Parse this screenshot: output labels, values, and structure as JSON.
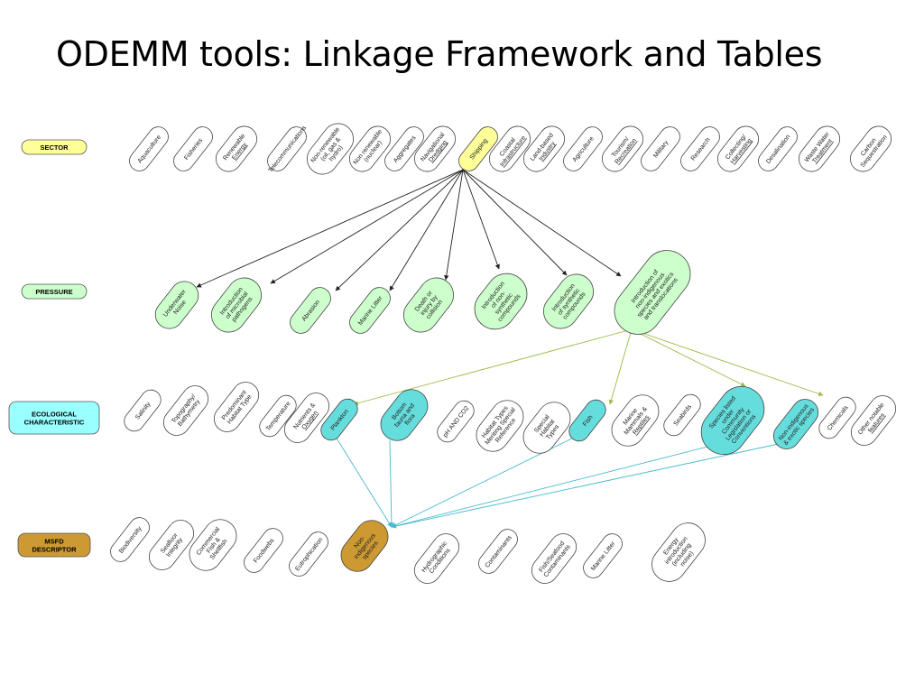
{
  "title": "ODEMM tools: Linkage Framework and Tables",
  "colors": {
    "sector": "#ffff99",
    "pressure": "#ccffcc",
    "ecological": "#99ffff",
    "descriptor": "#cc9933",
    "highlight_eco": "#66dddd",
    "highlight_descriptor": "#cc9933",
    "arrow_dark": "#222222",
    "arrow_green": "#99bb44",
    "arrow_cyan": "#44bbcc"
  },
  "rows": {
    "sector": "SECTOR",
    "pressure": "PRESSURE",
    "ecological": [
      "ECOLOGICAL",
      "CHARACTERISTIC"
    ],
    "descriptor": [
      "MSFD",
      "DESCRIPTOR"
    ]
  },
  "sectors": [
    {
      "text": [
        "Aquaculture"
      ],
      "underline": false
    },
    {
      "text": [
        "Fisheries"
      ],
      "underline": false
    },
    {
      "text": [
        "Renewable",
        "Energy"
      ],
      "underline": true
    },
    {
      "text": [
        "Telecommunications"
      ],
      "underline": false
    },
    {
      "text": [
        "Non-renewable",
        "(oil, gas &",
        "hydro)"
      ],
      "underline": false
    },
    {
      "text": [
        "Non renewable",
        "(nuclear)"
      ],
      "underline": false
    },
    {
      "text": [
        "Aggregates"
      ],
      "underline": false
    },
    {
      "text": [
        "Navigational",
        "Dredging"
      ],
      "underline": true
    },
    {
      "text": [
        "Shipping"
      ],
      "underline": false,
      "highlight": true
    },
    {
      "text": [
        "Coastal",
        "Infrastructure"
      ],
      "underline": true
    },
    {
      "text": [
        "Land-based",
        "Industry"
      ],
      "underline": true
    },
    {
      "text": [
        "Agriculture"
      ],
      "underline": false
    },
    {
      "text": [
        "Tourism/",
        "Recreation"
      ],
      "underline": true
    },
    {
      "text": [
        "Military"
      ],
      "underline": false
    },
    {
      "text": [
        "Research"
      ],
      "underline": false
    },
    {
      "text": [
        "Collecting/",
        "Harvesting"
      ],
      "underline": true
    },
    {
      "text": [
        "Desalination"
      ],
      "underline": false
    },
    {
      "text": [
        "Waste Water",
        "Treatment"
      ],
      "underline": true
    },
    {
      "text": [
        "Carbon",
        "Sequestration"
      ],
      "underline": false
    }
  ],
  "pressures": [
    {
      "text": [
        "Underwater",
        "Noise"
      ]
    },
    {
      "text": [
        "Introduction",
        "of microbial",
        "pathogens"
      ]
    },
    {
      "text": [
        "Abrasion"
      ]
    },
    {
      "text": [
        "Marine Litter"
      ]
    },
    {
      "text": [
        "Death or",
        "injury by",
        "collision"
      ]
    },
    {
      "text": [
        "Introduction",
        "of non-",
        "synthetic",
        "compounds"
      ]
    },
    {
      "text": [
        "Introduction",
        "of synthetic",
        "compounds"
      ]
    },
    {
      "text": [
        "Introduction of",
        "non-indigenous",
        "species and exotics",
        "and translocations"
      ]
    }
  ],
  "ecological": [
    {
      "text": [
        "Salinity"
      ]
    },
    {
      "text": [
        "Topography/",
        "Bathymetry"
      ]
    },
    {
      "text": [
        "Predominant",
        "Habitat Type"
      ]
    },
    {
      "text": [
        "Temperature"
      ]
    },
    {
      "text": [
        "Nutrients &",
        "Oxygen"
      ],
      "underline": true
    },
    {
      "text": [
        "Plankton"
      ],
      "highlight": true
    },
    {
      "text": [
        "Bottom",
        "fauna and",
        "flora"
      ],
      "highlight": true
    },
    {
      "text": [
        "pH AND CO2"
      ]
    },
    {
      "text": [
        "Habitat Types",
        "Meriting Special",
        "Reference"
      ]
    },
    {
      "text": [
        "Special",
        "Habitat",
        "Types"
      ]
    },
    {
      "text": [
        "Fish"
      ],
      "highlight": true
    },
    {
      "text": [
        "Marine",
        "Mammals &",
        "Reptiles"
      ],
      "underline": true
    },
    {
      "text": [
        "Seabirds"
      ]
    },
    {
      "text": [
        "Species listed",
        "under",
        "Community",
        "Legislation or",
        "Conventions"
      ],
      "highlight": true
    },
    {
      "text": [
        "Non-indigenous",
        "& exotic species"
      ],
      "highlight": true
    },
    {
      "text": [
        "Chemicals"
      ]
    },
    {
      "text": [
        "Other notable",
        "features"
      ],
      "underline": true
    }
  ],
  "descriptors": [
    {
      "text": [
        "Biodiversity"
      ]
    },
    {
      "text": [
        "Seafloor",
        "Integrity"
      ]
    },
    {
      "text": [
        "Commercial",
        "Fish &",
        "Shellfish"
      ]
    },
    {
      "text": [
        "Foodwebs"
      ]
    },
    {
      "text": [
        "Eutrophication"
      ]
    },
    {
      "text": [
        "Non-",
        "indigenous",
        "species"
      ],
      "highlight": true
    },
    {
      "text": [
        "Hydrographic",
        "Conditions"
      ]
    },
    {
      "text": [
        "Contaminants"
      ]
    },
    {
      "text": [
        "Fish/Seafood",
        "Contaminants"
      ]
    },
    {
      "text": [
        "Marine Litter"
      ]
    },
    {
      "text": [
        "Energy",
        "introduction",
        "(including",
        "noise)"
      ]
    }
  ]
}
